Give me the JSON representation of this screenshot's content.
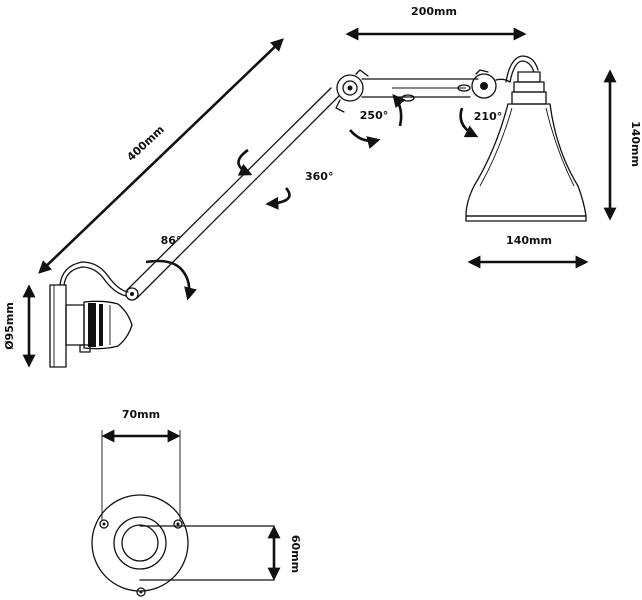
{
  "dimensions": {
    "arm_length": "400mm",
    "upper_arm_length": "200mm",
    "shade_height": "140mm",
    "shade_diameter": "140mm",
    "base_diameter": "Ø95mm",
    "plate_width": "70mm",
    "plate_height": "60mm"
  },
  "angles": {
    "upper_joint": "250°",
    "shade_joint": "210°",
    "arm_rotation": "360°",
    "base_joint": "86°"
  },
  "colors": {
    "line": "#111111",
    "background": "#ffffff"
  }
}
